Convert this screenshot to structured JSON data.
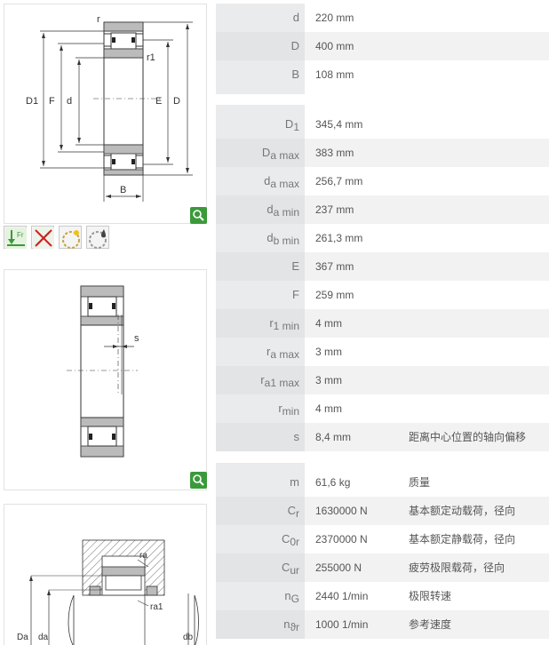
{
  "drawings": {
    "top": {
      "labels": {
        "r": "r",
        "r1": "r1",
        "D1": "D1",
        "F": "F",
        "d": "d",
        "E": "E",
        "D": "D",
        "B": "B"
      }
    },
    "mid": {
      "labels": {
        "s": "s"
      }
    },
    "bottom": {
      "labels": {
        "ra": "ra",
        "ra1": "ra1",
        "Da": "Da",
        "da": "da",
        "db": "db"
      }
    }
  },
  "feature_icons": [
    {
      "name": "radial-load-icon",
      "label": "Fr"
    },
    {
      "name": "no-axial-load-icon",
      "label": ""
    },
    {
      "name": "speed-icon",
      "label": ""
    },
    {
      "name": "lubrication-icon",
      "label": ""
    }
  ],
  "tables": {
    "main": [
      {
        "label": "d",
        "value": "220  mm"
      },
      {
        "label": "D",
        "value": "400  mm"
      },
      {
        "label": "B",
        "value": "108  mm"
      }
    ],
    "dims": [
      {
        "label": "D",
        "sub": "1",
        "value": "345,4  mm",
        "desc": ""
      },
      {
        "label": "D",
        "sub": "a max",
        "value": "383  mm",
        "desc": ""
      },
      {
        "label": "d",
        "sub": "a max",
        "value": "256,7  mm",
        "desc": ""
      },
      {
        "label": "d",
        "sub": "a min",
        "value": "237  mm",
        "desc": ""
      },
      {
        "label": "d",
        "sub": "b min",
        "value": "261,3  mm",
        "desc": ""
      },
      {
        "label": "E",
        "sub": "",
        "value": "367  mm",
        "desc": ""
      },
      {
        "label": "F",
        "sub": "",
        "value": "259  mm",
        "desc": ""
      },
      {
        "label": "r",
        "sub": "1 min",
        "value": "4  mm",
        "desc": ""
      },
      {
        "label": "r",
        "sub": "a max",
        "value": "3  mm",
        "desc": ""
      },
      {
        "label": "r",
        "sub": "a1 max",
        "value": "3  mm",
        "desc": ""
      },
      {
        "label": "r",
        "sub": "min",
        "value": "4  mm",
        "desc": ""
      },
      {
        "label": "s",
        "sub": "",
        "value": "8,4  mm",
        "desc": "距离中心位置的轴向偏移"
      }
    ],
    "perf": [
      {
        "label": "m",
        "sub": "",
        "value": "61,6  kg",
        "desc": "质量"
      },
      {
        "label": "C",
        "sub": "r",
        "value": "1630000  N",
        "desc": "基本额定动载荷，径向"
      },
      {
        "label": "C",
        "sub": "0r",
        "value": "2370000  N",
        "desc": "基本额定静载荷，径向"
      },
      {
        "label": "C",
        "sub": "ur",
        "value": "255000  N",
        "desc": "疲劳极限载荷，径向"
      },
      {
        "label": "n",
        "sub": "G",
        "value": "2440  1/min",
        "desc": "极限转速"
      },
      {
        "label": "n",
        "sub": "ϑr",
        "value": "1000  1/min",
        "desc": "参考速度"
      }
    ]
  },
  "colors": {
    "accent_green": "#3a9a3a",
    "label_bg": "#e9ebec",
    "row_alt": "#f2f2f2"
  }
}
